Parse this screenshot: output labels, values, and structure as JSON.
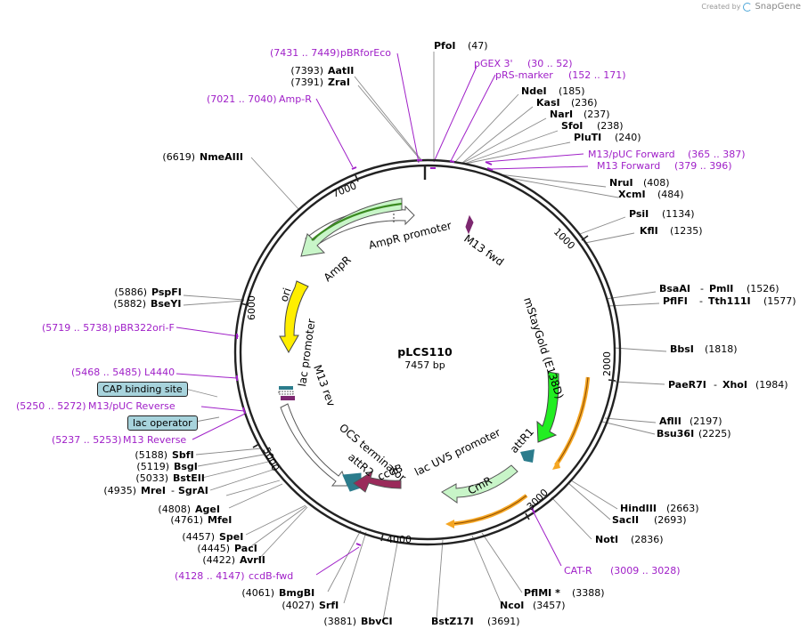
{
  "header": {
    "created_by": "Created by",
    "brand": "SnapGene"
  },
  "plasmid": {
    "name": "pLCS110",
    "size": "7457 bp"
  },
  "ticks": [
    "1000",
    "2000",
    "3000",
    "4000",
    "5000",
    "6000",
    "7000"
  ],
  "sites": [
    {
      "name": "PfoI",
      "pos": "(47)"
    },
    {
      "name": "NdeI",
      "pos": "(185)"
    },
    {
      "name": "KasI",
      "pos": "(236)"
    },
    {
      "name": "NarI",
      "pos": "(237)"
    },
    {
      "name": "SfoI",
      "pos": "(238)"
    },
    {
      "name": "PluTI",
      "pos": "(240)"
    },
    {
      "name": "NruI",
      "pos": "(408)"
    },
    {
      "name": "XcmI",
      "pos": "(484)"
    },
    {
      "name": "PsiI",
      "pos": "(1134)"
    },
    {
      "name": "KflI",
      "pos": "(1235)"
    },
    {
      "name": "BsaAI",
      "name2": "PmlI",
      "pos": "(1526)"
    },
    {
      "name": "PflFI",
      "name2": "Tth111I",
      "pos": "(1577)"
    },
    {
      "name": "BbsI",
      "pos": "(1818)"
    },
    {
      "name": "PaeR7I",
      "name2": "XhoI",
      "pos": "(1984)"
    },
    {
      "name": "AflII",
      "pos": "(2197)"
    },
    {
      "name": "Bsu36I",
      "pos": "(2225)"
    },
    {
      "name": "HindIII",
      "pos": "(2663)"
    },
    {
      "name": "SacII",
      "pos": "(2693)"
    },
    {
      "name": "NotI",
      "pos": "(2836)"
    },
    {
      "name": "PflMI *",
      "pos": "(3388)"
    },
    {
      "name": "NcoI",
      "pos": "(3457)"
    },
    {
      "name": "BstZ17I",
      "pos": "(3691)"
    },
    {
      "name": "BbvCI",
      "pos": "(3881)"
    },
    {
      "name": "SrfI",
      "pos": "(4027)"
    },
    {
      "name": "BmgBI",
      "pos": "(4061)"
    },
    {
      "name": "AvrII",
      "pos": "(4422)"
    },
    {
      "name": "PacI",
      "pos": "(4445)"
    },
    {
      "name": "SpeI",
      "pos": "(4457)"
    },
    {
      "name": "MfeI",
      "pos": "(4761)"
    },
    {
      "name": "AgeI",
      "pos": "(4808)"
    },
    {
      "name": "MreI",
      "name2": "SgrAI",
      "pos": "(4935)"
    },
    {
      "name": "BstEII",
      "pos": "(5033)"
    },
    {
      "name": "BsgI",
      "pos": "(5119)"
    },
    {
      "name": "SbfI",
      "pos": "(5188)"
    },
    {
      "name": "BseYI",
      "pos": "(5882)"
    },
    {
      "name": "PspFI",
      "pos": "(5886)"
    },
    {
      "name": "NmeAIII",
      "pos": "(6619)"
    },
    {
      "name": "ZraI",
      "pos": "(7391)"
    },
    {
      "name": "AatII",
      "pos": "(7393)"
    }
  ],
  "primers": [
    {
      "range": "(7431 .. 7449)",
      "name": "pBRforEco"
    },
    {
      "name": "pGEX 3'",
      "range": "(30 .. 52)"
    },
    {
      "name": "pRS-marker",
      "range": "(152 .. 171)"
    },
    {
      "range": "(7021 .. 7040)",
      "name": "Amp-R"
    },
    {
      "name": "M13/pUC Forward",
      "range": "(365 .. 387)"
    },
    {
      "name": "M13 Forward",
      "range": "(379 .. 396)"
    },
    {
      "range": "(5719 .. 5738)",
      "name": "pBR322ori-F"
    },
    {
      "range": "(5468 .. 5485)",
      "name": "L4440"
    },
    {
      "range": "(5250 .. 5272)",
      "name": "M13/pUC Reverse"
    },
    {
      "range": "(5237 .. 5253)",
      "name": "M13 Reverse"
    },
    {
      "name": "CAT-R",
      "range": "(3009 .. 3028)"
    },
    {
      "range": "(4128 .. 4147)",
      "name": "ccdB-fwd"
    }
  ],
  "badges": [
    "CAP binding site",
    "lac operator"
  ],
  "features": [
    "AmpR promoter",
    "AmpR",
    "M13 fwd",
    "ori",
    "lac promoter",
    "M13 rev",
    "mStayGold (E138D)",
    "attR1",
    "lac UV5 promoter",
    "CmR",
    "OCS terminator",
    "attR2",
    "ccdB"
  ],
  "colors": {
    "ampr": "#c8f5c8",
    "ori": "#ffee00",
    "mstaygold": "#22ee22",
    "ccdb": "#9a2a5a",
    "attr": "#2b7c8c",
    "orange": "#f5a623",
    "primer": "#a020c8",
    "m13fwd": "#7d2870"
  }
}
